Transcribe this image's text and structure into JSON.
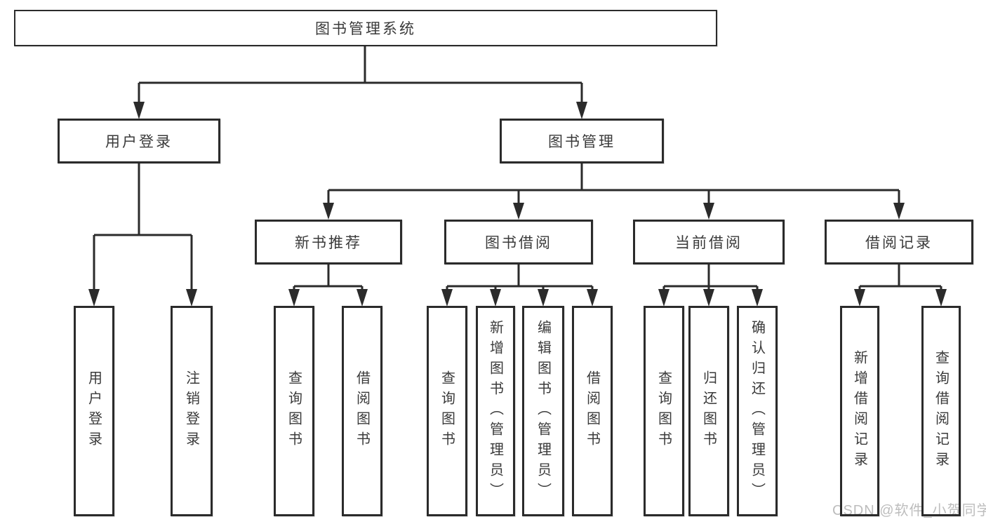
{
  "diagram": {
    "title_node": {
      "label": "图书管理系统"
    },
    "level2": [
      {
        "label": "用户登录"
      },
      {
        "label": "图书管理"
      }
    ],
    "level3": [
      {
        "label": "新书推荐"
      },
      {
        "label": "图书借阅"
      },
      {
        "label": "当前借阅"
      },
      {
        "label": "借阅记录"
      }
    ],
    "leaves": [
      {
        "label": "用户登录",
        "parent": "用户登录"
      },
      {
        "label": "注销登录",
        "parent": "用户登录"
      },
      {
        "label": "查询图书",
        "parent": "新书推荐"
      },
      {
        "label": "借阅图书",
        "parent": "新书推荐"
      },
      {
        "label": "查询图书",
        "parent": "图书借阅"
      },
      {
        "label": "新增图书（管理员）",
        "parent": "图书借阅"
      },
      {
        "label": "编辑图书（管理员）",
        "parent": "图书借阅"
      },
      {
        "label": "借阅图书",
        "parent": "图书借阅"
      },
      {
        "label": "查询图书",
        "parent": "当前借阅"
      },
      {
        "label": "归还图书",
        "parent": "当前借阅"
      },
      {
        "label": "确认归还（管理员）",
        "parent": "当前借阅"
      },
      {
        "label": "新增借阅记录",
        "parent": "借阅记录"
      },
      {
        "label": "查询借阅记录",
        "parent": "借阅记录"
      }
    ]
  },
  "watermark": {
    "text": "CSDN @软件_小贺同学"
  },
  "colors": {
    "line": "#2b2b2b",
    "box_border": "#2b2b2b",
    "text": "#3a3a3a",
    "background": "#ffffff",
    "watermark": "#bdbdbd"
  }
}
